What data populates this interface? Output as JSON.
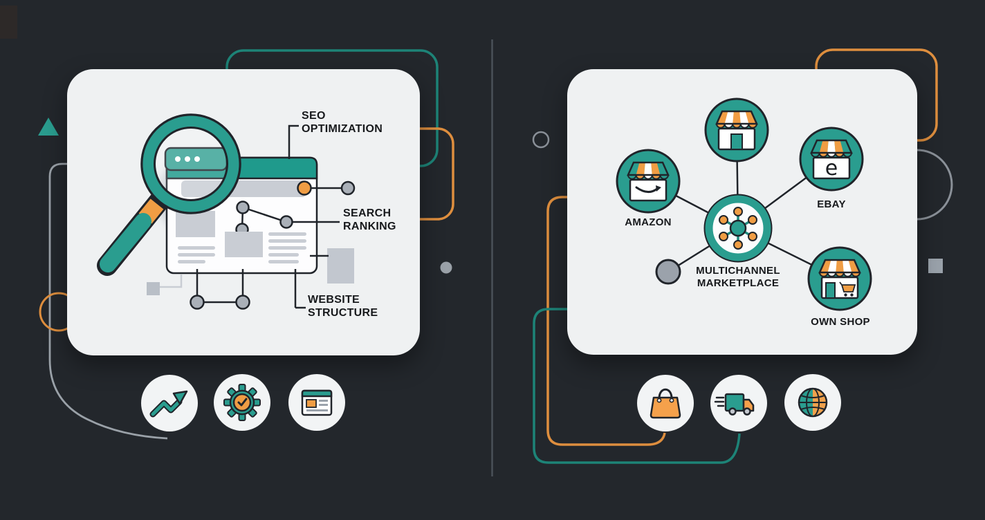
{
  "canvas": {
    "background": "#23272c",
    "divider_color": "#4b5158"
  },
  "palette": {
    "teal": "#2a9d8f",
    "teal_header": "#1f9a8c",
    "teal_small_header": "#38a396",
    "teal_deco_line": "#1d8377",
    "orange": "#f09d44",
    "orange_deco_line": "#de8e3e",
    "card": "#eff1f2",
    "outline": "#20242a",
    "gray_block": "#c9cdd4",
    "gray_node": "#aab0b8",
    "gray_shape": "#9aa2ab",
    "text": "#17191c"
  },
  "left_panel": {
    "labels": {
      "seo": "SEO\nOPTIMIZATION",
      "search": "SEARCH\nRANKING",
      "website": "WEBSITE\nSTRUCTURE"
    },
    "icons": [
      "trend-up",
      "gear-check",
      "webpage"
    ]
  },
  "right_panel": {
    "labels": {
      "amazon": "AMAZON",
      "ebay": "EBAY",
      "hub": "MULTICHANNEL\nMARKETPLACE",
      "own_shop": "OWN SHOP"
    },
    "ebay_letter": "e",
    "icons": [
      "shopping-bag",
      "delivery-truck",
      "globe"
    ]
  }
}
